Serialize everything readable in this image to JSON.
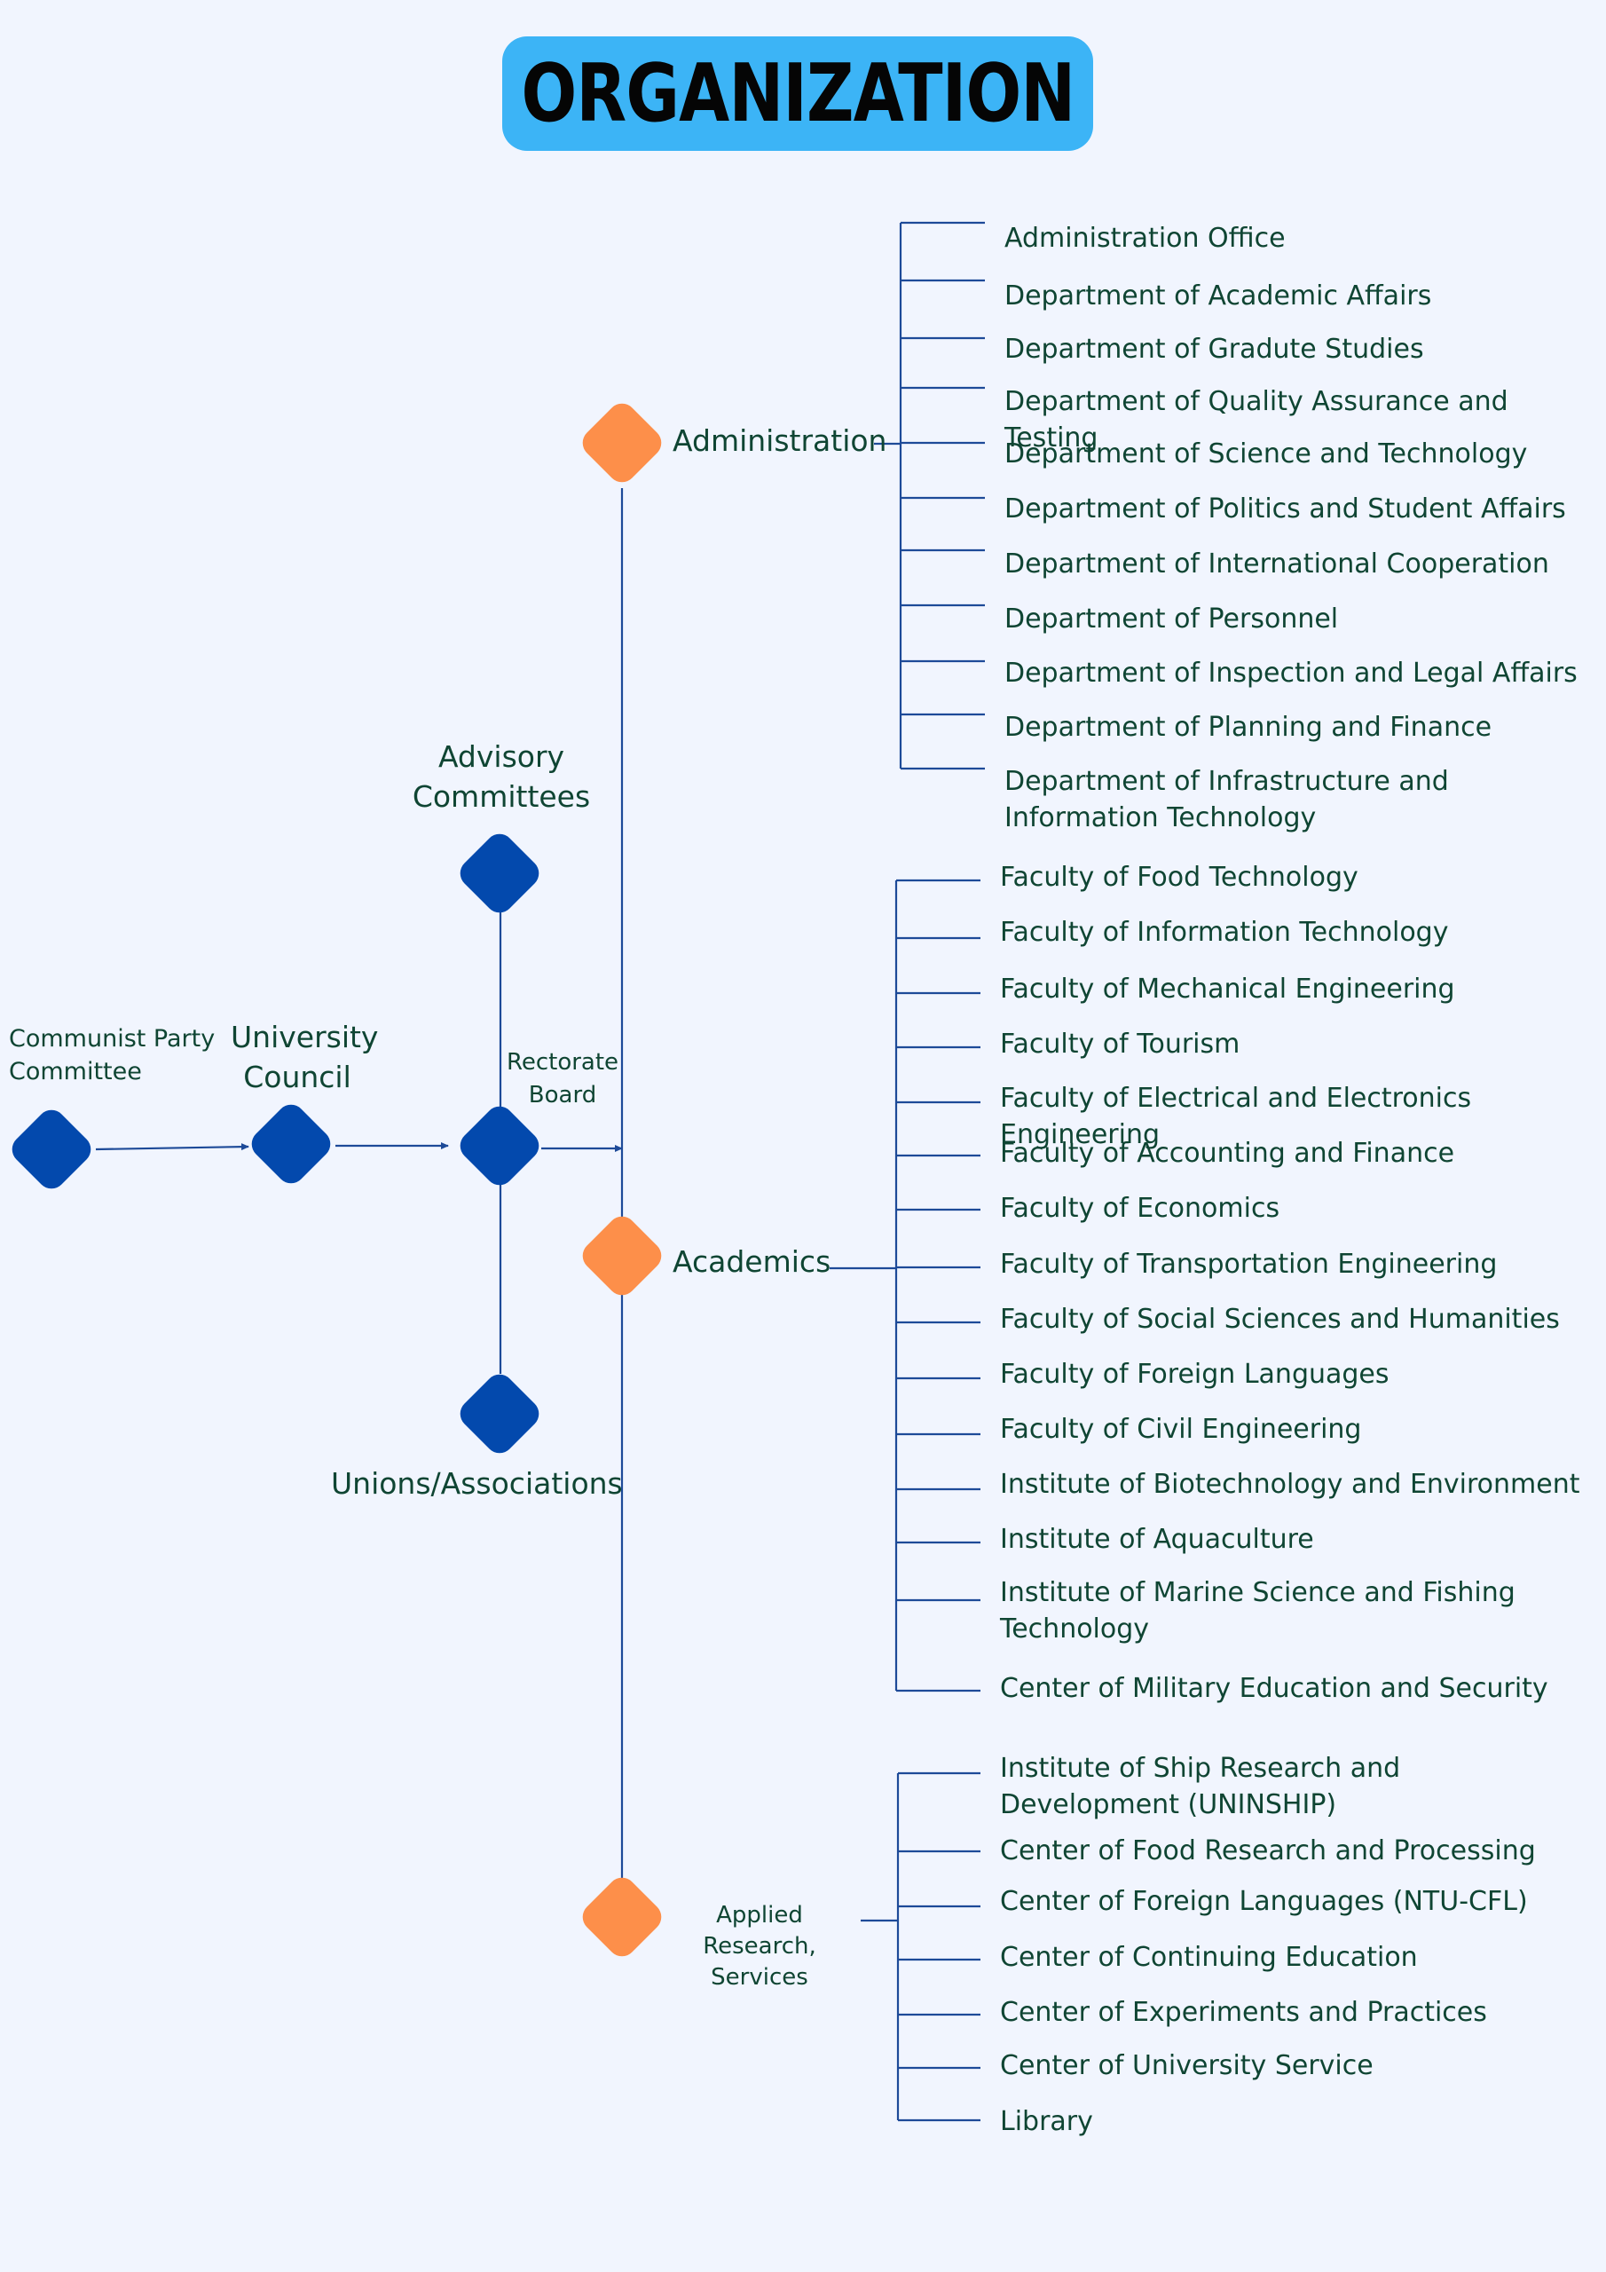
{
  "title": "ORGANIZATION",
  "colors": {
    "background": "#f1f5fe",
    "title_box": "#3cb4f6",
    "governance_node": "#0349ad",
    "division_node": "#fd8f4a",
    "line": "#1d4a98",
    "text": "#0f4533"
  },
  "governance": {
    "communist_party": "Communist Party\nCommittee",
    "university_council": "University\nCouncil",
    "rectorate_board": "Rectorate\nBoard",
    "advisory_committees": "Advisory\nCommittees",
    "unions_associations": "Unions/Associations"
  },
  "divisions": [
    {
      "name": "Administration",
      "children": [
        "Administration Office",
        "Department of Academic Affairs",
        "Department of Gradute Studies",
        "Department of Quality Assurance and Testing",
        "Department of Science and Technology",
        "Department of Politics and Student Affairs",
        "Department of International Cooperation",
        "Department of Personnel",
        "Department of Inspection and Legal Affairs",
        "Department of Planning and Finance",
        "Department of Infrastructure and Information Technology"
      ]
    },
    {
      "name": "Academics",
      "children": [
        "Faculty of Food Technology",
        "Faculty of Information Technology",
        "Faculty of Mechanical Engineering",
        "Faculty of Tourism",
        "Faculty of Electrical and Electronics Engineering",
        "Faculty of Accounting and Finance",
        "Faculty of Economics",
        "Faculty of Transportation Engineering",
        "Faculty of Social Sciences and Humanities",
        "Faculty of Foreign Languages",
        "Faculty of Civil Engineering",
        "Institute of Biotechnology and Environment",
        "Institute of Aquaculture",
        "Institute of Marine Science and Fishing Technology",
        "Center of Military Education and Security"
      ]
    },
    {
      "name": "Applied Research,\nServices",
      "children": [
        "Institute of Ship Research and Development (UNINSHIP)",
        "Center of Food Research and Processing",
        "Center of Foreign Languages (NTU-CFL)",
        "Center of Continuing Education",
        "Center of Experiments and Practices",
        "Center of University Service",
        "Library"
      ]
    }
  ]
}
